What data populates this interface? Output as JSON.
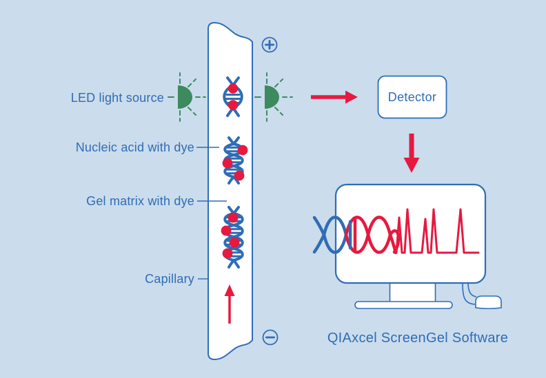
{
  "colors": {
    "background": "#cbdcec",
    "blue": "#2e6db6",
    "red": "#e6193f",
    "green": "#3c8a5e",
    "white": "#ffffff"
  },
  "labels": {
    "led_light_source": "LED light source",
    "nucleic_acid": "Nucleic acid with dye",
    "gel_matrix": "Gel matrix with dye",
    "capillary": "Capillary",
    "detector": "Detector",
    "software": "QIAxcel ScreenGel Software"
  },
  "icons": {
    "anode": "plus-circle-icon",
    "cathode": "minus-circle-icon",
    "led_left": "led-light-icon",
    "led_right": "led-light-icon",
    "dna_small": "dna-helix-with-dye-icon",
    "dna_medium": "dna-helix-with-dye-icon",
    "dna_large": "dna-helix-with-dye-icon",
    "flow_arrow": "right-arrow-icon",
    "detector_arrow": "down-arrow-icon",
    "migration_arrow": "up-arrow-icon",
    "monitor": "computer-monitor-icon",
    "mouse": "computer-mouse-icon",
    "screen_graphic": "dna-to-electropherogram-graphic"
  }
}
